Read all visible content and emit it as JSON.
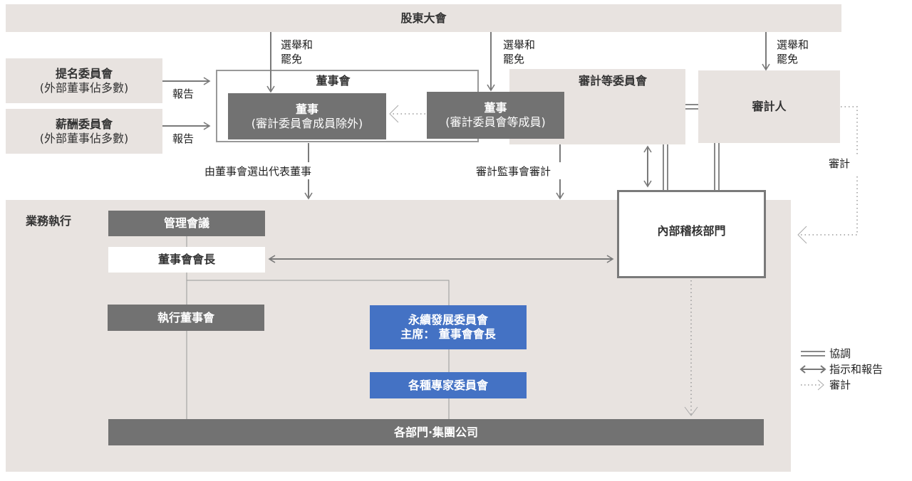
{
  "colors": {
    "beige": "#e8e3e0",
    "dark_gray": "#727272",
    "blue": "#4472c4",
    "line_gray": "#888888"
  },
  "shareholders_meeting": "股東大會",
  "nomination_committee": {
    "title": "提名委員會",
    "subtitle": "(外部董事佔多數)"
  },
  "remuneration_committee": {
    "title": "薪酬委員會",
    "subtitle": "(外部董事佔多數)"
  },
  "report_label_1": "報告",
  "report_label_2": "報告",
  "board": {
    "title": "董事會",
    "directors_excl": {
      "title": "董事",
      "subtitle": "(審計委員會成員除外)"
    },
    "directors_audit": {
      "title": "董事",
      "subtitle": "(審計委員會等成員)"
    }
  },
  "election_labels": [
    {
      "line1": "選舉和",
      "line2": "罷免"
    },
    {
      "line1": "選舉和",
      "line2": "罷免"
    },
    {
      "line1": "選舉和",
      "line2": "罷免"
    }
  ],
  "audit_committee": "審計等委員會",
  "auditor": "審計人",
  "auditor_audit_label": "審計",
  "rep_director_label": "由董事會選出代表董事",
  "audit_board_label": "審計監事會審計",
  "execution": {
    "section_label": "業務執行",
    "management_meeting": "管理會議",
    "chairman": "董事會會長",
    "executive_board": "執行董事會",
    "sustainability_committee": {
      "line1": "永續發展委員會",
      "line2": "主席： 董事會會長"
    },
    "expert_committees": "各種專家委員會",
    "departments": "各部門·集團公司"
  },
  "internal_audit": "內部稽核部門",
  "legend": [
    {
      "icon": "double-line-icon",
      "label": "協調"
    },
    {
      "icon": "double-arrow-icon",
      "label": "指示和報告"
    },
    {
      "icon": "dotted-arrow-icon",
      "label": "審計"
    }
  ]
}
